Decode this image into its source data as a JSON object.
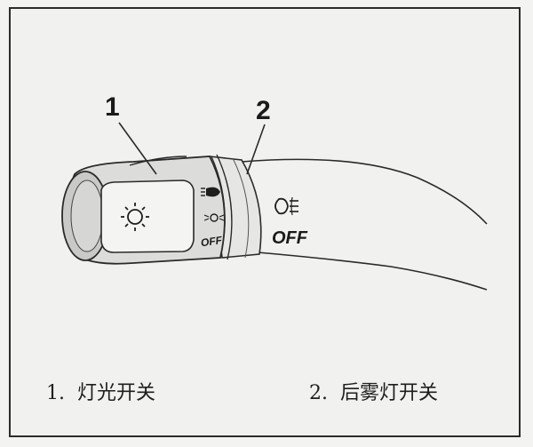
{
  "callouts": [
    {
      "number": "1"
    },
    {
      "number": "2"
    }
  ],
  "legend": [
    {
      "number": "1.",
      "text": "灯光开关"
    },
    {
      "number": "2.",
      "text": "后雾灯开关"
    }
  ],
  "switch_markings": {
    "outer_off": "OFF",
    "inner_off": "OFF"
  }
}
